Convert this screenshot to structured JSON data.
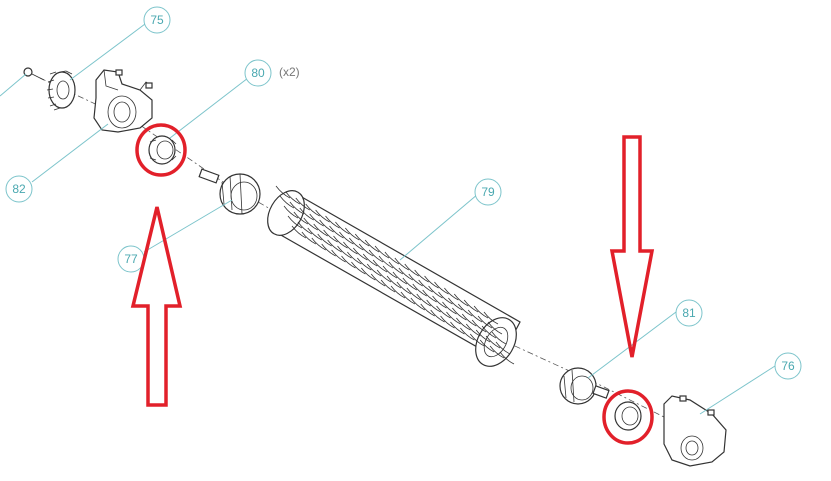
{
  "diagram": {
    "callouts": [
      {
        "id": "75",
        "label": "75"
      },
      {
        "id": "80",
        "label": "80",
        "qty": "(x2)"
      },
      {
        "id": "82",
        "label": "82"
      },
      {
        "id": "77",
        "label": "77"
      },
      {
        "id": "79",
        "label": "79"
      },
      {
        "id": "81",
        "label": "81"
      },
      {
        "id": "76",
        "label": "76"
      }
    ],
    "highlight_color": "#e2202a",
    "callout_color": "#4aa8b0"
  }
}
